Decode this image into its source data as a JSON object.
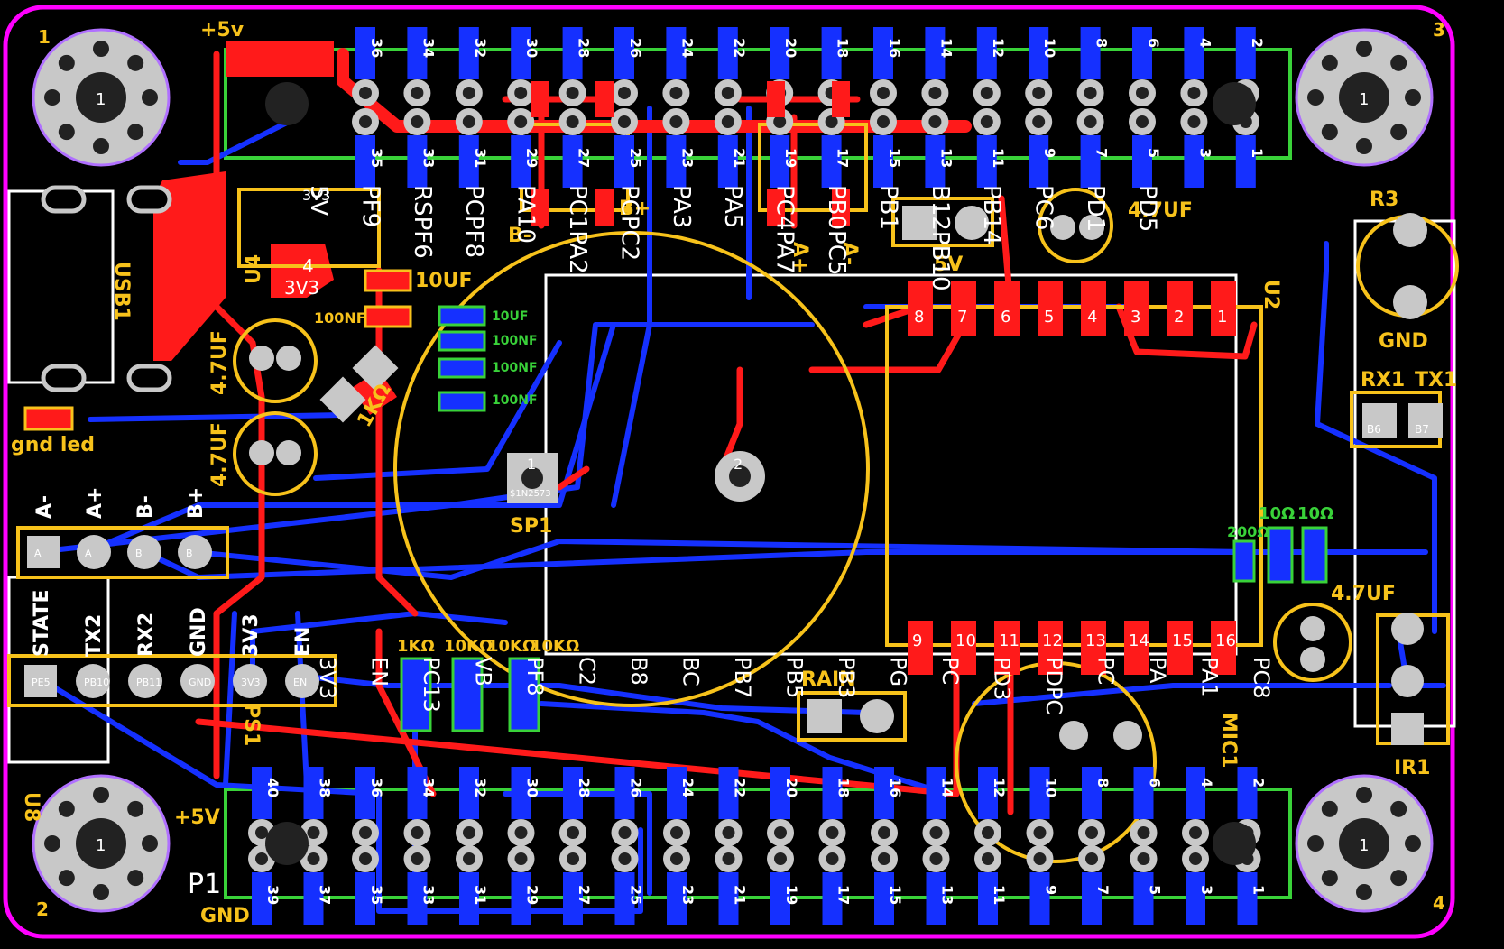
{
  "colors": {
    "background": "#000000",
    "outline": "#ff00ff",
    "top_copper": "#ff1a1a",
    "bottom_copper": "#1530ff",
    "silkscreen": "#f7c21b",
    "silkscreen_white": "#ffffff",
    "green_layer": "#39d239",
    "pad_drill": "#c8c8c8"
  },
  "corner_numbers": [
    "1",
    "3",
    "2",
    "4"
  ],
  "mount_hole_label": "1",
  "top_header": {
    "top_numbers": [
      "36",
      "34",
      "32",
      "30",
      "28",
      "26",
      "24",
      "22",
      "20",
      "18",
      "16",
      "14",
      "12",
      "10",
      "8",
      "6",
      "4",
      "2"
    ],
    "bottom_numbers": [
      "35",
      "33",
      "31",
      "29",
      "27",
      "25",
      "23",
      "21",
      "19",
      "17",
      "15",
      "13",
      "11",
      "9",
      "7",
      "5",
      "3",
      "1"
    ],
    "signal_labels": [
      "5V",
      "PF9",
      "RSPF6",
      "PCPF8",
      "PA10",
      "PC1PA2",
      "PCPC2",
      "PA3",
      "PA5",
      "PC4PA7",
      "PB0PC5",
      "PB1",
      "B12PB10",
      "PB14",
      "PC6",
      "PD1",
      "PD5"
    ]
  },
  "bottom_header": {
    "top_numbers": [
      "40",
      "38",
      "36",
      "34",
      "32",
      "30",
      "28",
      "26",
      "24",
      "22",
      "20",
      "18",
      "16",
      "14",
      "12",
      "10",
      "8",
      "6",
      "4",
      "2"
    ],
    "bottom_numbers": [
      "39",
      "37",
      "35",
      "33",
      "31",
      "29",
      "27",
      "25",
      "23",
      "21",
      "19",
      "17",
      "15",
      "13",
      "11",
      "9",
      "7",
      "5",
      "3",
      "1"
    ],
    "signal_labels": [
      "3V3",
      "EN",
      "PC13",
      "VB",
      "PF8",
      "C2",
      "B8",
      "BC",
      "PB7",
      "PB5",
      "PB3",
      "PG",
      "PC",
      "PD3",
      "PDPC",
      "PC",
      "PA",
      "PA1",
      "PC8"
    ]
  },
  "labels": {
    "plus5v_top": "+5v",
    "plus5v_bottom": "+5V",
    "gnd_bottom": "GND",
    "usb": "USB1",
    "u4": "U4",
    "u4_pin": "4",
    "u4_val": "3V3",
    "u4_small": "3V3",
    "cap_10uf": "10UF",
    "cap_100nf": "100NF",
    "res_1k": "1KΩ",
    "gnd_led": "gnd led",
    "cap_47uf": "4.7UF",
    "cap_47uf_2": "4.7UF",
    "cap_47uf_right": "4.7UF",
    "cap_47uf_lower": "4.7UF",
    "cap_10uf_small": "10UF",
    "cap_100nf_a": "100NF",
    "cap_100nf_b": "100NF",
    "cap_100nf_c": "100NF",
    "speaker": "SP1",
    "speaker_pin1": "1",
    "speaker_pin2": "2",
    "speaker_net": "$1N2573",
    "u2": "U2",
    "r3": "R3",
    "gnd": "GND",
    "rx1": "RX1",
    "tx1": "TX1",
    "rx1_pin": "B6",
    "tx1_pin": "B7",
    "five_v": "5V",
    "ir": "IR1",
    "rain": "RAIN",
    "ps1": "PS1",
    "u8": "U8",
    "p1": "P1",
    "mic": "MIC1",
    "res_10k": "10KΩ",
    "res_10k_b": "10KΩ",
    "res_10k_c": "10KΩ",
    "res_1k_b": "1KΩ",
    "res_200": "200Ω",
    "res_10_a": "10Ω",
    "res_10_b": "10Ω",
    "motor_plus": "B+",
    "motor_minus": "B-",
    "motor_a_plus": "A+",
    "motor_a_minus": "A-"
  },
  "motor_header": {
    "labels": [
      "A-",
      "A+",
      "B-",
      "B+"
    ],
    "pins": [
      "A",
      "A",
      "B",
      "B"
    ]
  },
  "uart_header": {
    "labels": [
      "STATE",
      "TX2",
      "RX2",
      "GND",
      "3V3",
      "EN"
    ],
    "pins": [
      "PE5",
      "PB10",
      "PB11",
      "GND",
      "3V3",
      "EN"
    ]
  },
  "chip_top_pins": [
    "8",
    "7",
    "6",
    "5",
    "4",
    "3",
    "2",
    "1"
  ],
  "chip_bottom_pins": [
    "9",
    "10",
    "11",
    "12",
    "13",
    "14",
    "15",
    "16"
  ]
}
